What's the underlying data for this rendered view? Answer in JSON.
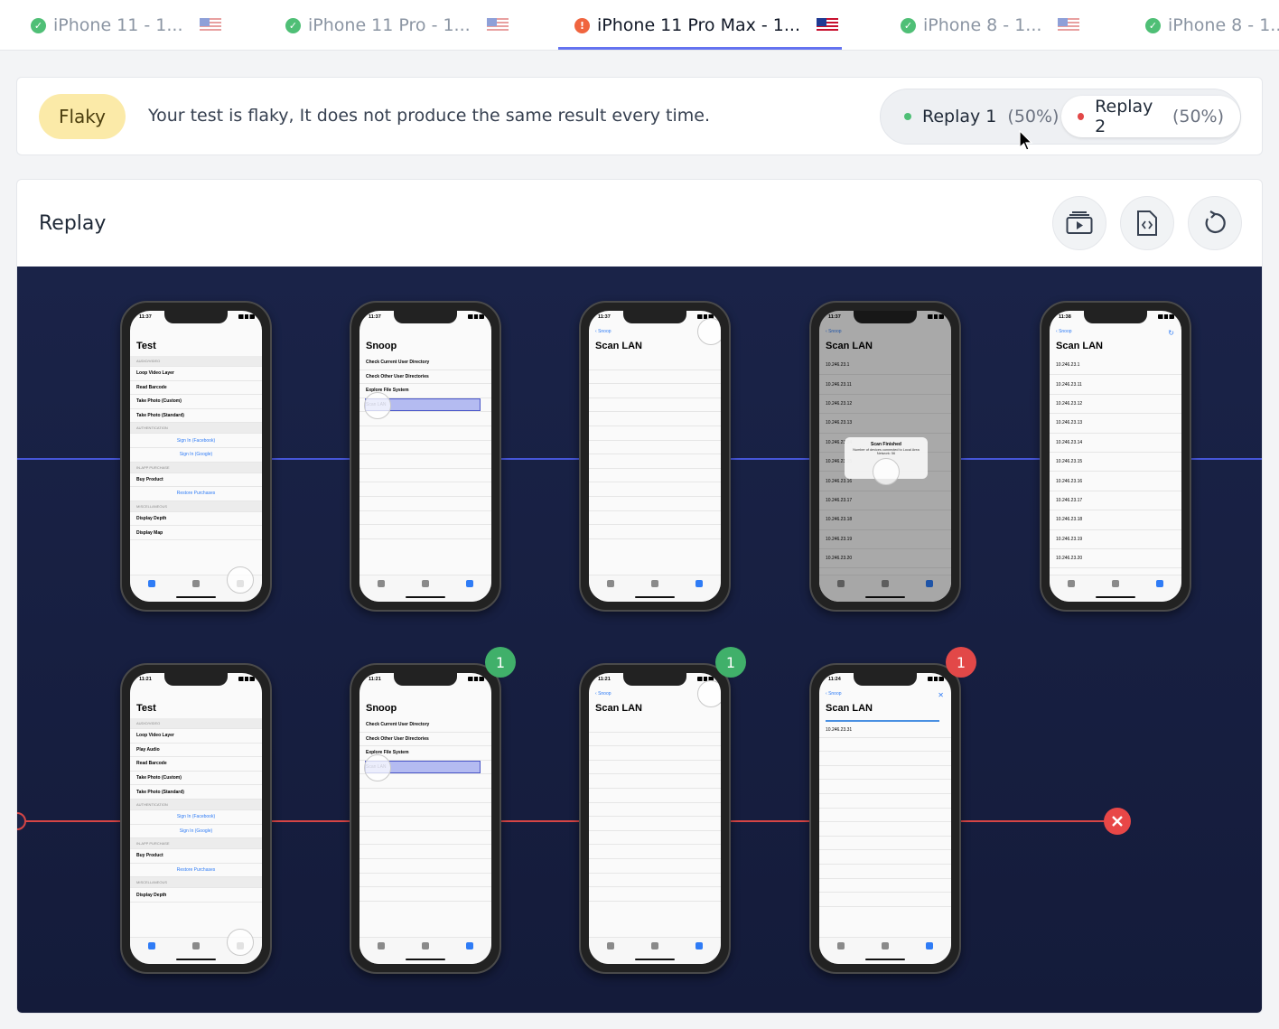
{
  "tabs": [
    {
      "label": "iPhone 11 - 1...",
      "status": "ok"
    },
    {
      "label": "iPhone 11 Pro - 1...",
      "status": "ok"
    },
    {
      "label": "iPhone 11 Pro Max - 1...",
      "status": "error",
      "active": true
    },
    {
      "label": "iPhone 8 - 1...",
      "status": "ok"
    },
    {
      "label": "iPhone 8 - 1...",
      "status": "ok"
    }
  ],
  "flaky": {
    "badge": "Flaky",
    "message": "Your test is flaky, It does not produce the same result every time."
  },
  "replays": [
    {
      "label": "Replay 1",
      "percent": "(50%)",
      "color": "#4fbf76"
    },
    {
      "label": "Replay 2",
      "percent": "(50%)",
      "color": "#e24848",
      "selected": true
    }
  ],
  "replay_panel": {
    "title": "Replay",
    "tools": [
      "video-icon",
      "code-file-icon",
      "restart-icon"
    ]
  },
  "screens": {
    "test": {
      "title": "Test",
      "rows1": [
        "AUDIO/VIDEO",
        "Loop Video Layer",
        "Read Barcode",
        "Take Photo (Custom)",
        "Take Photo (Standard)",
        "AUTHENTICATION",
        "Sign In (Facebook)",
        "Sign In (Google)",
        "IN-APP PURCHASE",
        "Buy Product",
        "Restore Purchases",
        "MISCELLANEOUS",
        "Display Depth",
        "Display Map"
      ],
      "rows2": [
        "AUDIO/VIDEO",
        "Loop Video Layer",
        "Play Audio",
        "Read Barcode",
        "Take Photo (Custom)",
        "Take Photo (Standard)",
        "AUTHENTICATION",
        "Sign In (Facebook)",
        "Sign In (Google)",
        "IN-APP PURCHASE",
        "Buy Product",
        "Restore Purchases",
        "MISCELLANEOUS",
        "Display Depth"
      ]
    },
    "snoop": {
      "title": "Snoop",
      "rows": [
        "Check Current User Directory",
        "Check Other User Directories",
        "Explore File System",
        "Scan LAN"
      ]
    },
    "scan": {
      "title": "Scan LAN",
      "back": "Snoop",
      "ips": [
        "10.246.23.1",
        "10.246.23.11",
        "10.246.23.12",
        "10.246.23.13",
        "10.246.23.14",
        "10.246.23.15",
        "10.246.23.16",
        "10.246.23.17",
        "10.246.23.18",
        "10.246.23.19",
        "10.246.23.20"
      ],
      "alert_title": "Scan Finished",
      "alert_body": "Number of devices connected to Local Area Network: 56",
      "replay2_ip": "10.246.23.31"
    }
  },
  "times": {
    "row1": [
      "11:37",
      "11:37",
      "11:37",
      "11:37",
      "11:38"
    ],
    "row2": [
      "11:21",
      "11:21",
      "11:21",
      "11:24"
    ]
  },
  "badges": {
    "phone2": "1",
    "phone3": "1",
    "phone4": "1"
  }
}
